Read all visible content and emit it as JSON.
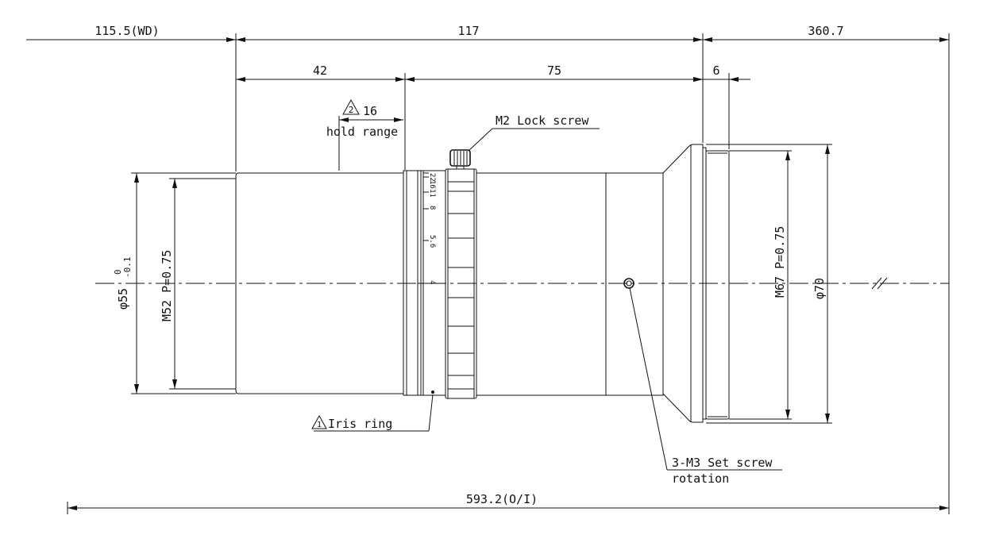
{
  "dimensions": {
    "working_distance": "115.5(WD)",
    "lens_length": "117",
    "right_distance": "360.7",
    "front_to_iris": "42",
    "iris_to_mount": "75",
    "mount_thread": "6",
    "hold_range_marker": "2",
    "hold_range_value": "16",
    "hold_range_label": "hold range",
    "total_oi": "593.2(O/I)",
    "diameter_front": "φ55",
    "diameter_front_tol_upper": "0",
    "diameter_front_tol_lower": "-0.1",
    "thread_front": "M52 P=0.75",
    "thread_rear": "M67 P=0.75",
    "diameter_rear": "φ70"
  },
  "callouts": {
    "lock_screw": "M2 Lock screw",
    "iris_ring_marker": "1",
    "iris_ring": "Iris ring",
    "set_screw": "3-M3 Set screw",
    "set_screw_sub": "rotation"
  },
  "iris_scale": [
    "22",
    "16",
    "11",
    "8",
    "5.6",
    "4"
  ]
}
